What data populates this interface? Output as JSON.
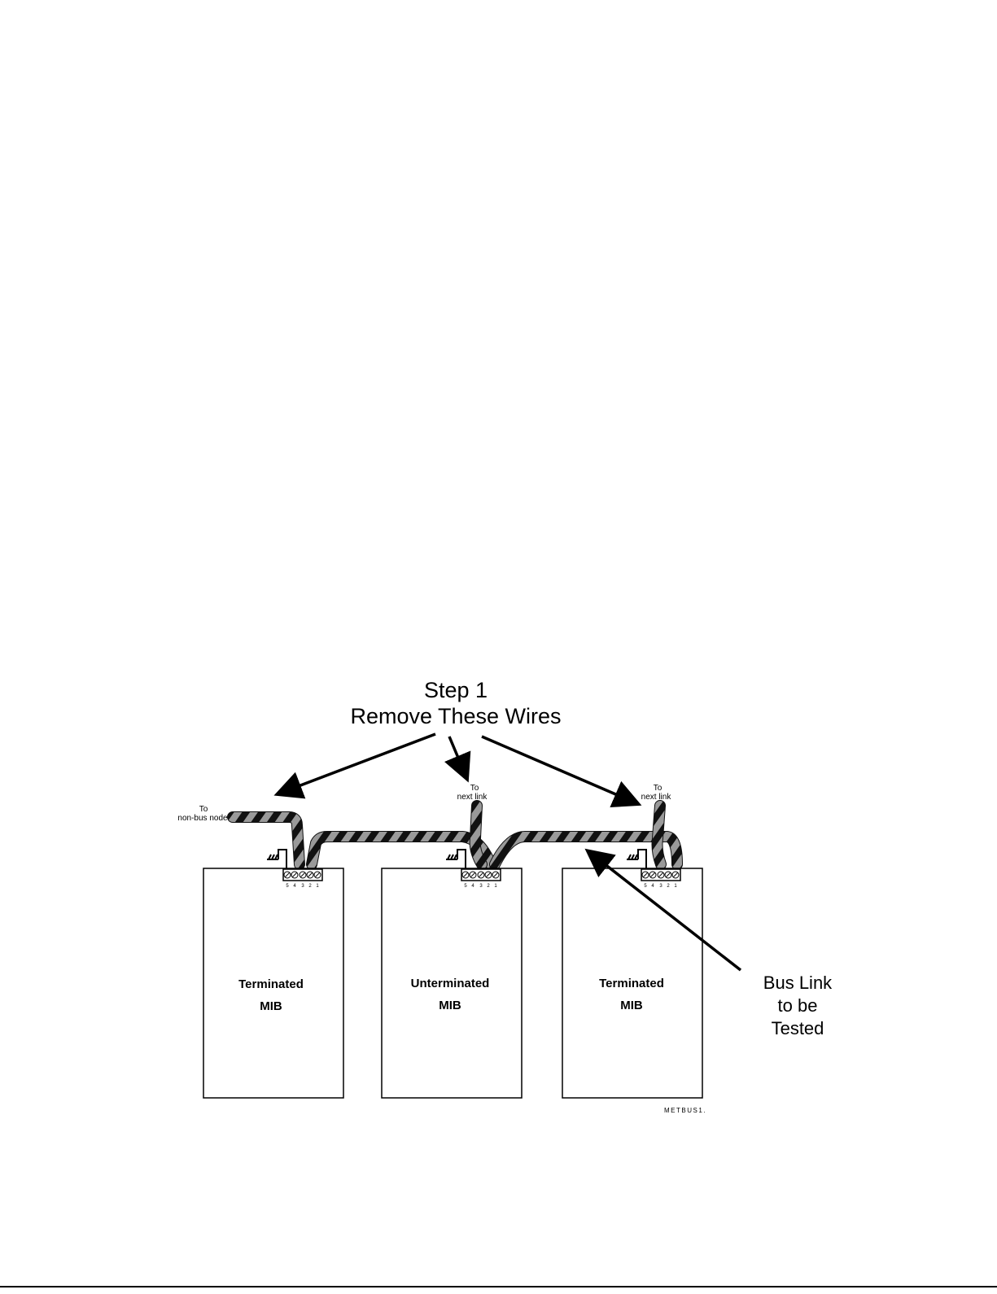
{
  "callout": {
    "line1": "Step 1",
    "line2": "Remove These Wires"
  },
  "wire_labels": {
    "left_to": "To",
    "left_dest": "non-bus node",
    "middle_to": "To",
    "middle_dest": "next link",
    "right_to": "To",
    "right_dest": "next link"
  },
  "units": [
    {
      "line1": "Terminated",
      "line2": "MIB"
    },
    {
      "line1": "Unterminated",
      "line2": "MIB"
    },
    {
      "line1": "Terminated",
      "line2": "MIB"
    }
  ],
  "terminal_numbers": [
    "5",
    "4",
    "3",
    "2",
    "1"
  ],
  "bus_link": {
    "line1": "Bus Link",
    "line2": "to be",
    "line3": "Tested"
  },
  "figure_id": "METBUS1."
}
